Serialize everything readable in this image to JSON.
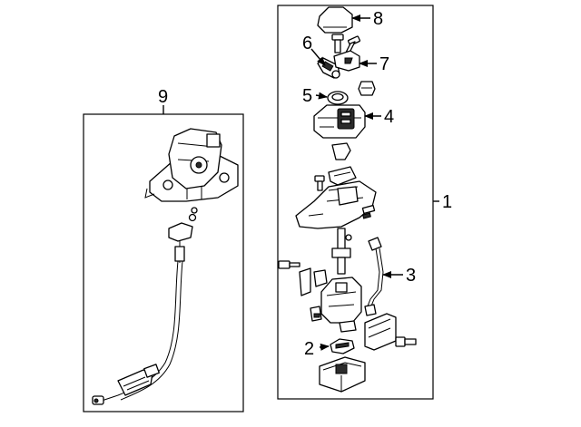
{
  "callouts": {
    "c1": "1",
    "c2": "2",
    "c3": "3",
    "c4": "4",
    "c5": "5",
    "c6": "6",
    "c7": "7",
    "c8": "8",
    "c9": "9"
  }
}
